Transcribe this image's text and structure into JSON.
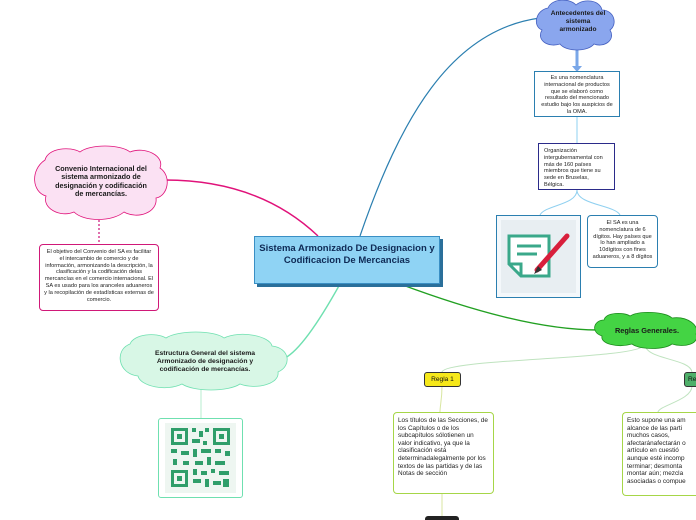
{
  "central": {
    "title": "Sistema Armonizado De Designacion y Codificacion De Mercancias"
  },
  "antecedentes": {
    "title": "Antecedentes del sistema armonizado",
    "box1": "Es una nomenclatura internacional de productos que se elaboró como resultado del mencionado estudio bajo los auspicios de la OMA.",
    "box2": "Organización intergubernamental con más de 160 países miembros que tiene su sede en Bruselas, Bélgica.",
    "box3": "El SA es una nomenclatura de 6 dígitos. Hay países que lo han ampliado a 10dígitos con fines aduaneros, y a 8 dígitos"
  },
  "convenio": {
    "title": "Convenio Internacional del sistema armonizado de designación y codificación de mercancías.",
    "detail": "El objetivo del Convenio del SA es facilitar el intercambio de comercio y de información, armonizando la descripción, la clasificación y la codificación delas mercancías en el comercio internacional. El SA es usado para los aranceles aduaneros y la recopilación de estadísticas externas de comercio."
  },
  "estructura": {
    "title": "Estructura General del sistema Armonizado de designación y codificación de mercancías."
  },
  "reglas": {
    "title": "Reglas Generales.",
    "regla1_label": "Regla 1",
    "regla1_text": "Los títulos de las Secciones, de los Capítulos o de los subcapítulos sólotienen un valor indicativo, ya que la clasificación está determinadalegalmente por los textos de las partidas y de las Notas de sección",
    "regla2_label": "Re",
    "regla2_text": "Esto supone una am alcance de las parti muchos casos, afectaránafectarán o artículo en cuestió aunque esté incomp terminar; desmonta montar aún; mezcla asociadas o compue"
  },
  "colors": {
    "central": "#8fd3f4",
    "link_blue": "#2b7fb0",
    "link_pink": "#e0127a",
    "link_mint": "#6fe0b0",
    "link_green": "#22a022",
    "cloud_blue": "#8aa6ee",
    "cloud_pink": "#fbe1f3",
    "cloud_mint": "#d8f7e6",
    "cloud_green": "#44d444",
    "regla1_tag": "#f6e81a",
    "regla2_tag": "#4fb06a"
  },
  "icons": [
    "document-pen-icon",
    "qr-code-icon"
  ]
}
